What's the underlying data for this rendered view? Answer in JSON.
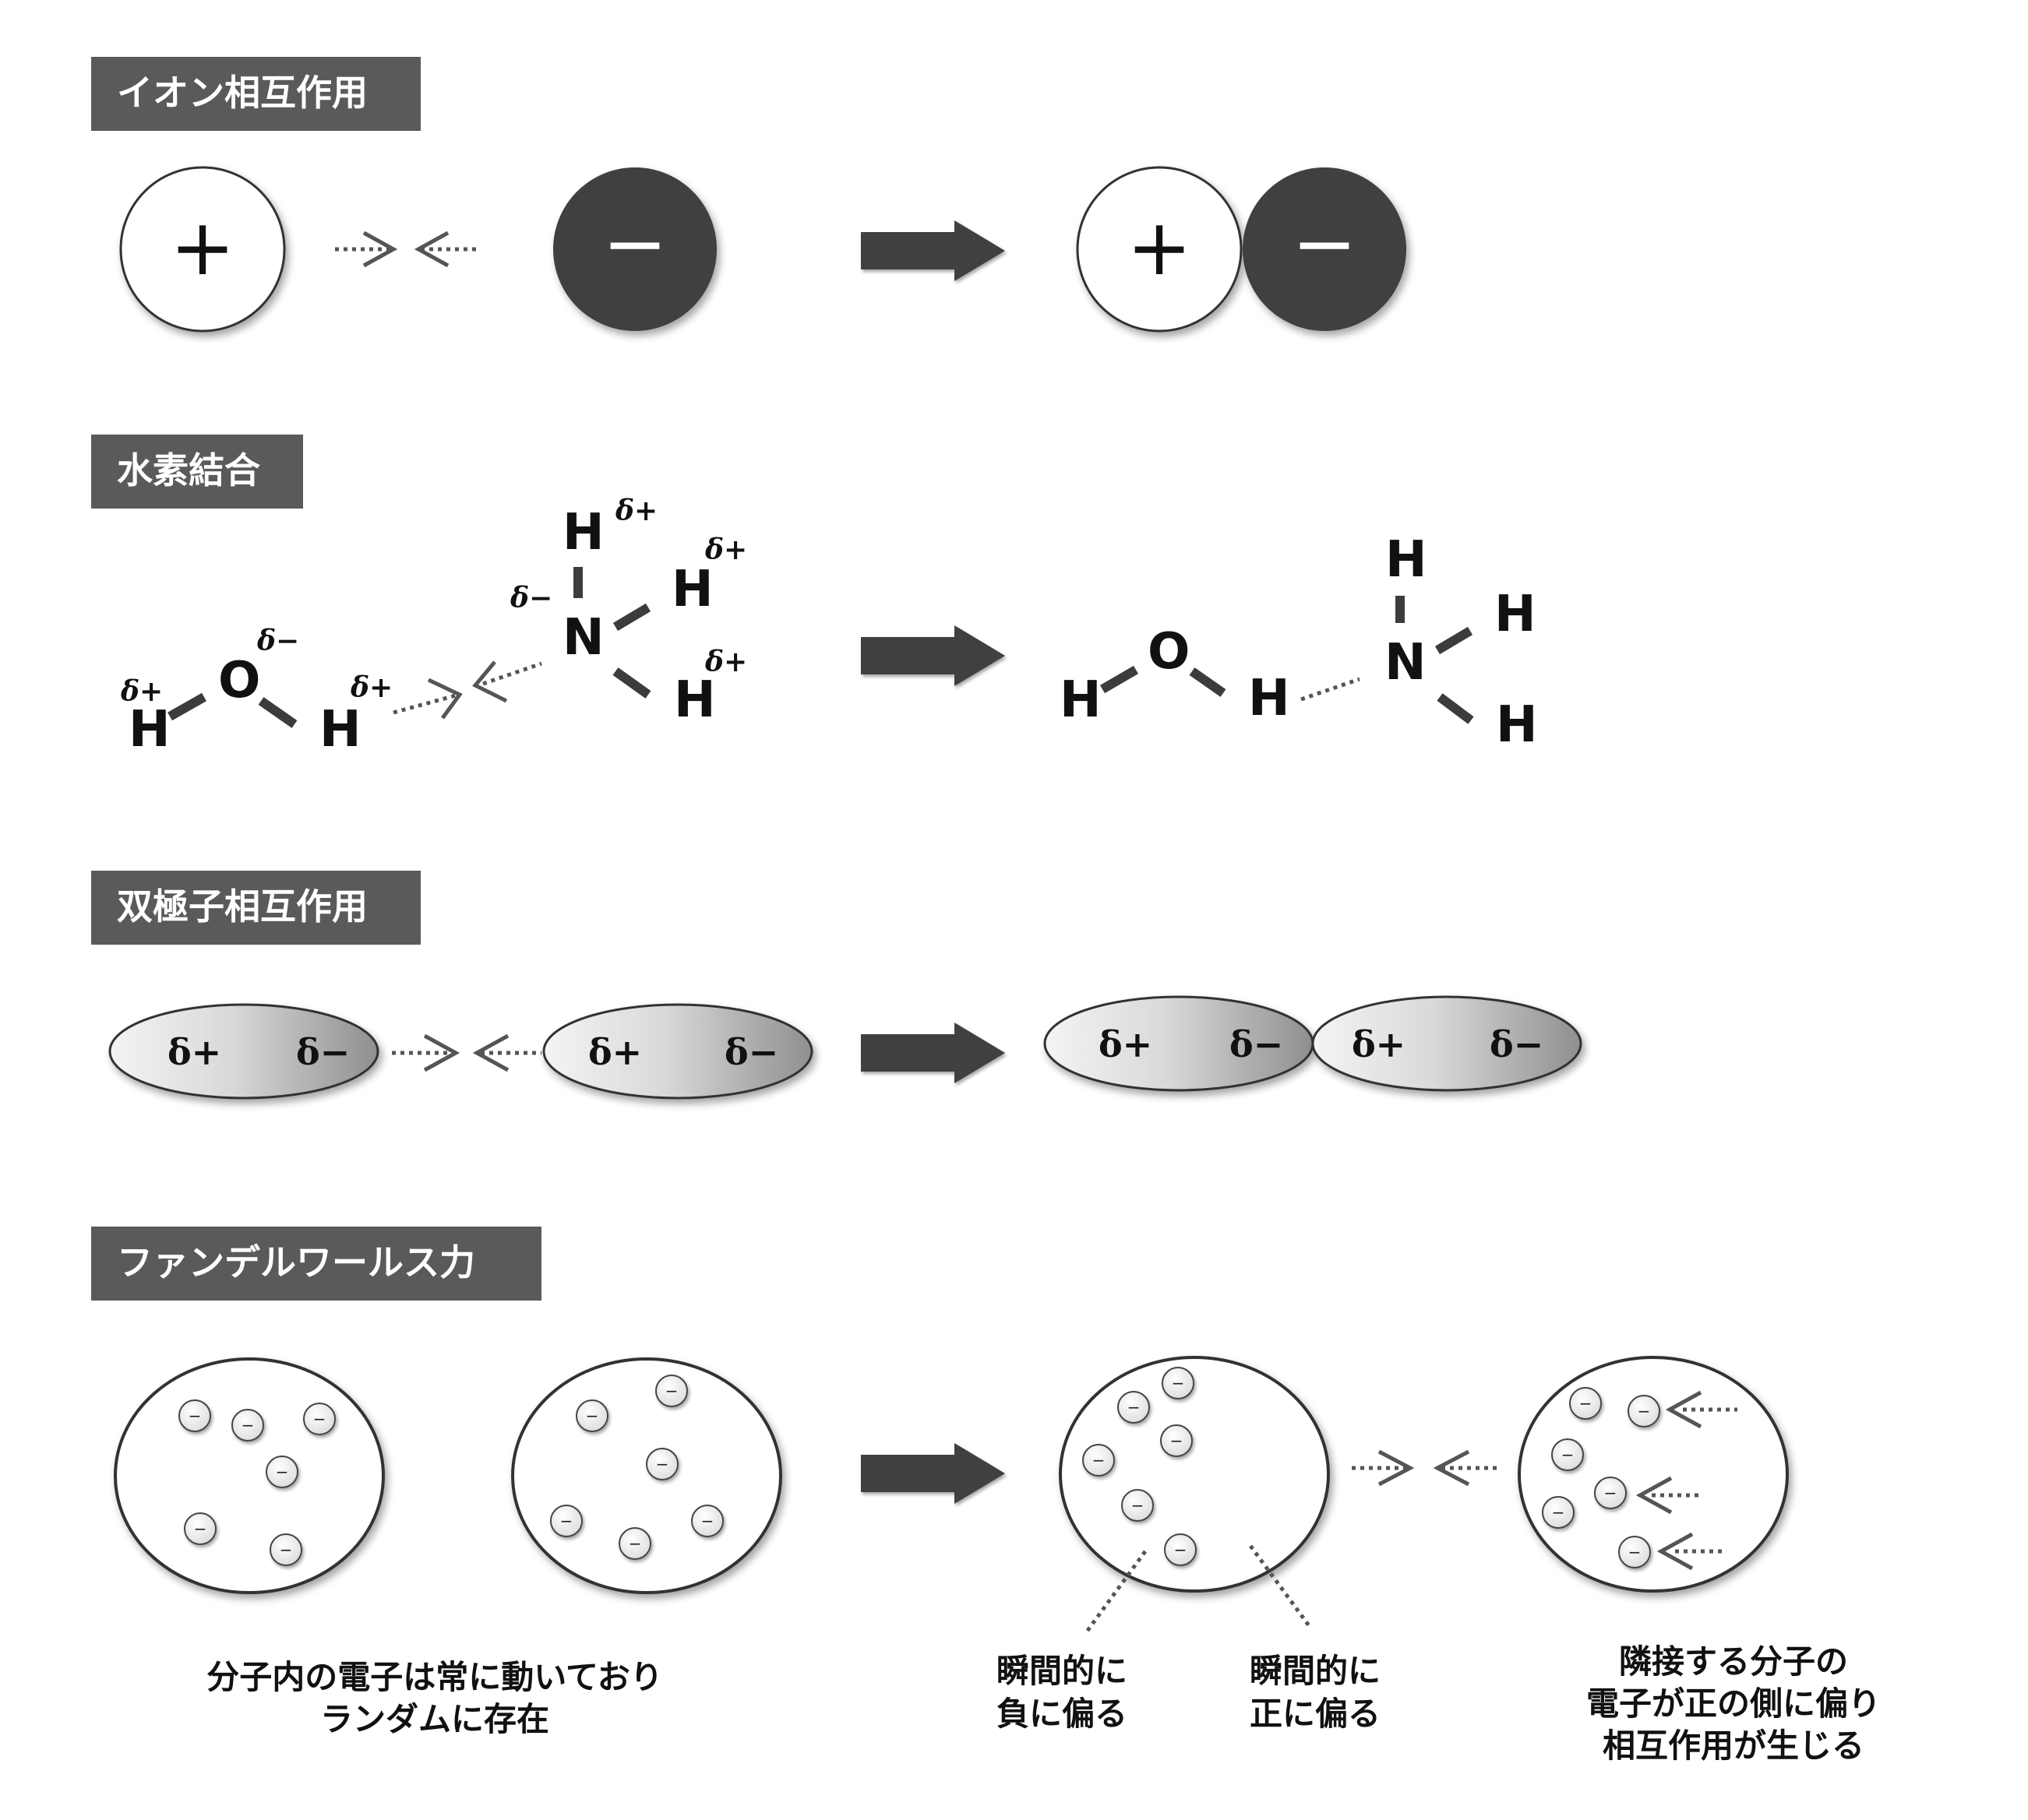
{
  "sections": {
    "ionic": {
      "title": "イオン相互作用",
      "plus": "+",
      "minus": "−"
    },
    "hbond": {
      "title": "水素結合",
      "O": "O",
      "N": "N",
      "H": "H",
      "d_plus": "δ+",
      "d_minus": "δ−"
    },
    "dipole": {
      "title": "双極子相互作用",
      "d_plus": "δ+",
      "d_minus": "δ−"
    },
    "vdw": {
      "title": "ファンデルワールス力",
      "electron": "−",
      "caption_random": [
        "分子内の電子は常に動いており",
        "ランダムに存在"
      ],
      "caption_negative": [
        "瞬間的に",
        "負に偏る"
      ],
      "caption_positive": [
        "瞬間的に",
        "正に偏る"
      ],
      "caption_neighbor": [
        "隣接する分子の",
        "電子が正の側に偏り",
        "相互作用が生じる"
      ]
    }
  },
  "colors": {
    "header_bg": "#5a5a5a",
    "dark_fill": "#3f3f3f",
    "arrow": "#3f3f3f",
    "dotted": "#555555"
  }
}
